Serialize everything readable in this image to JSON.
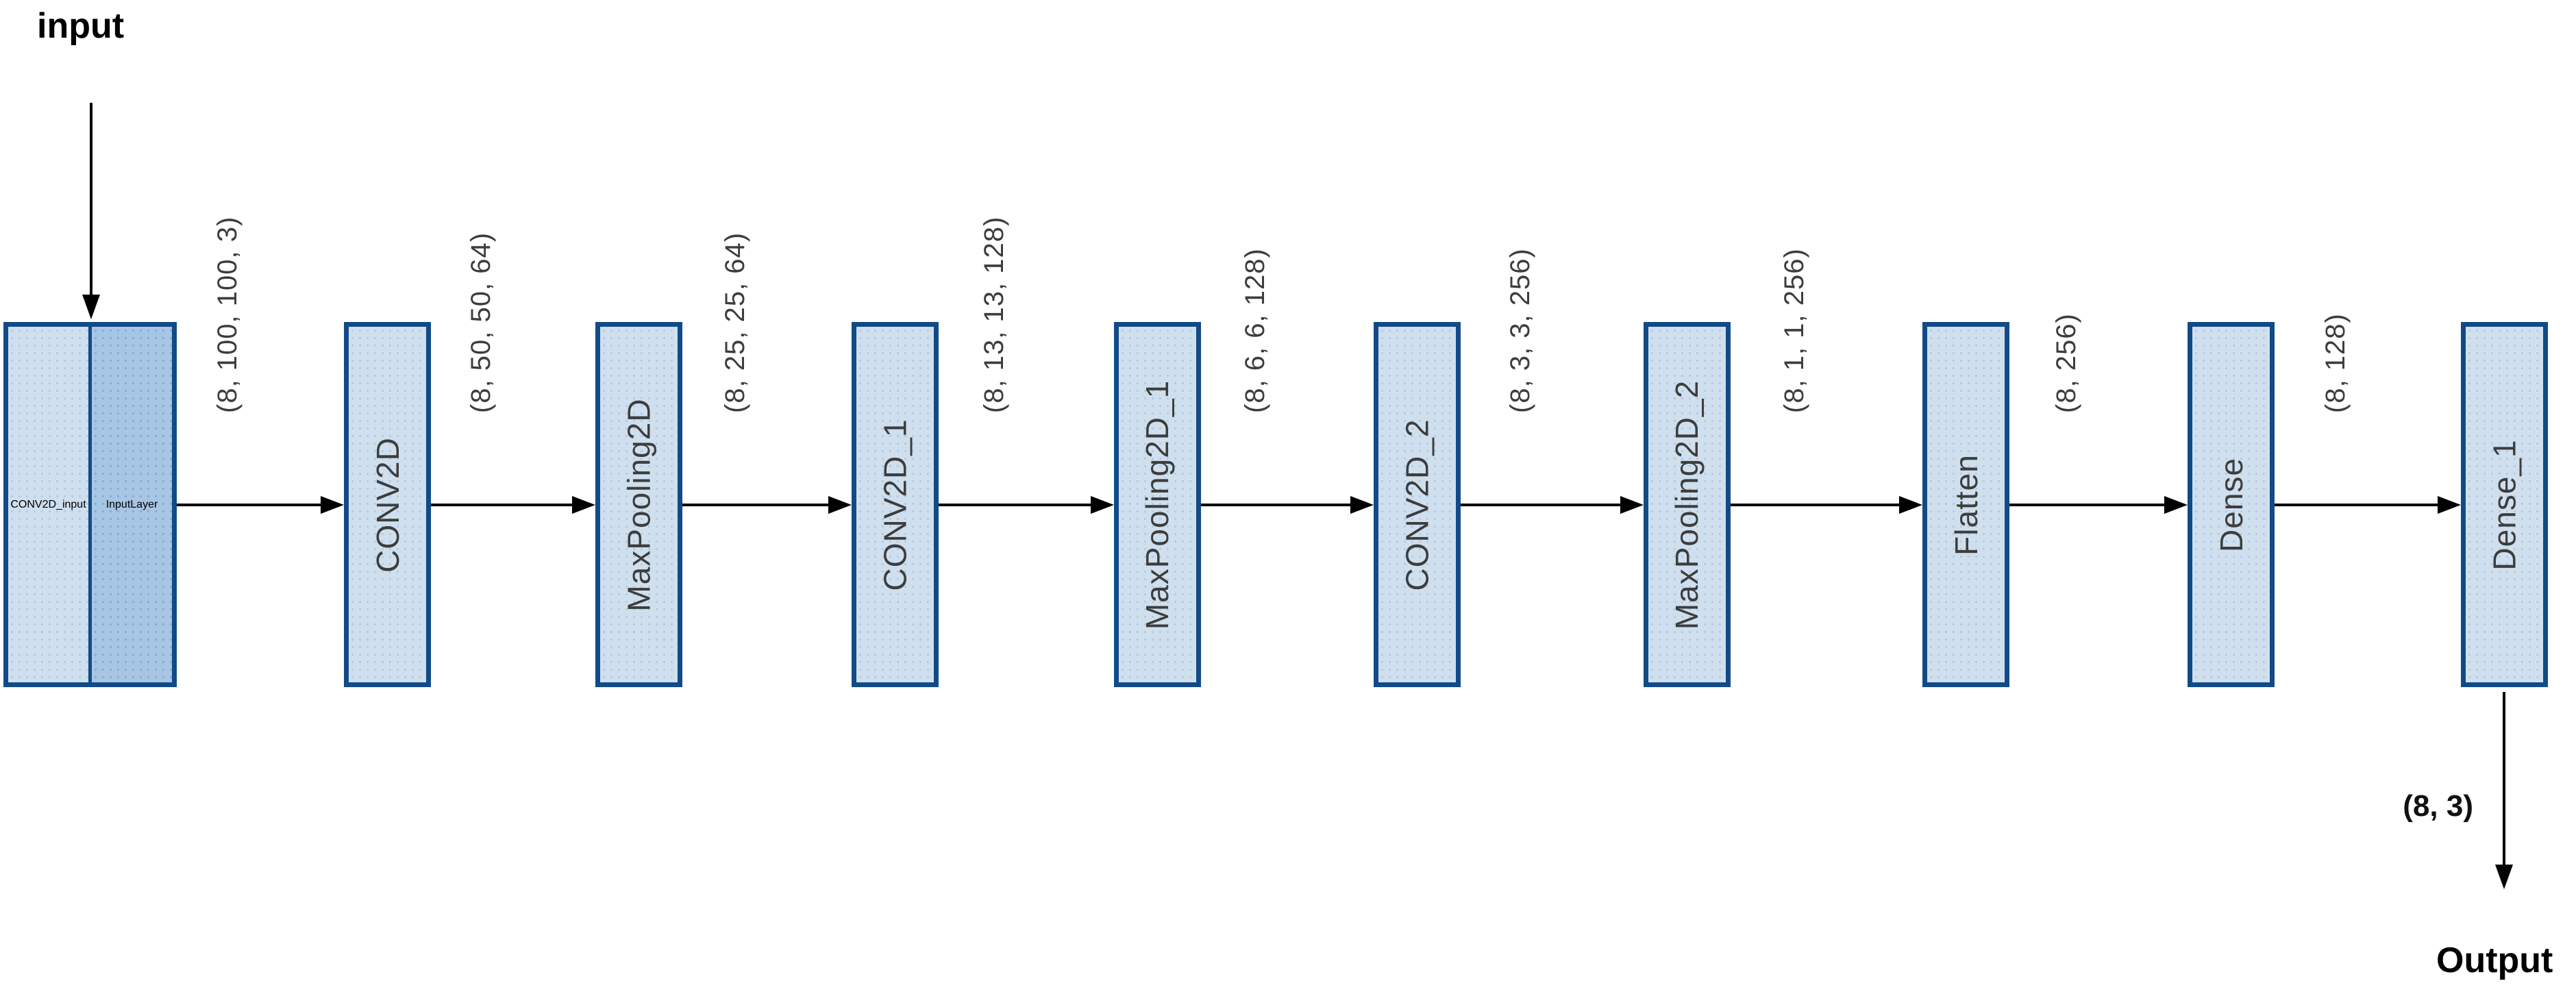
{
  "diagram": {
    "input_label": "input",
    "output_label": "Output",
    "output_shape": "(8, 3)",
    "layers": [
      {
        "name": "CONV2D_input",
        "type": "InputLayer"
      },
      {
        "name": "CONV2D"
      },
      {
        "name": "MaxPooling2D"
      },
      {
        "name": "CONV2D_1"
      },
      {
        "name": "MaxPooling2D_1"
      },
      {
        "name": "CONV2D_2"
      },
      {
        "name": "MaxPooling2D_2"
      },
      {
        "name": "Flatten"
      },
      {
        "name": "Dense"
      },
      {
        "name": "Dense_1"
      }
    ],
    "edge_shapes": [
      "(8, 100, 100, 3)",
      "(8, 50, 50, 64)",
      "(8, 25, 25, 64)",
      "(8, 13, 13, 128)",
      "(8, 6, 6, 128)",
      "(8, 3, 3, 256)",
      "(8, 1, 1, 256)",
      "(8, 256)",
      "(8, 128)"
    ],
    "colors": {
      "box_fill": "#cfdfee",
      "input_layer_fill": "#a7c5e4",
      "box_border": "#114a87",
      "box_text": "#3d3d3d",
      "arrow": "#000000",
      "background": "#ffffff"
    }
  }
}
